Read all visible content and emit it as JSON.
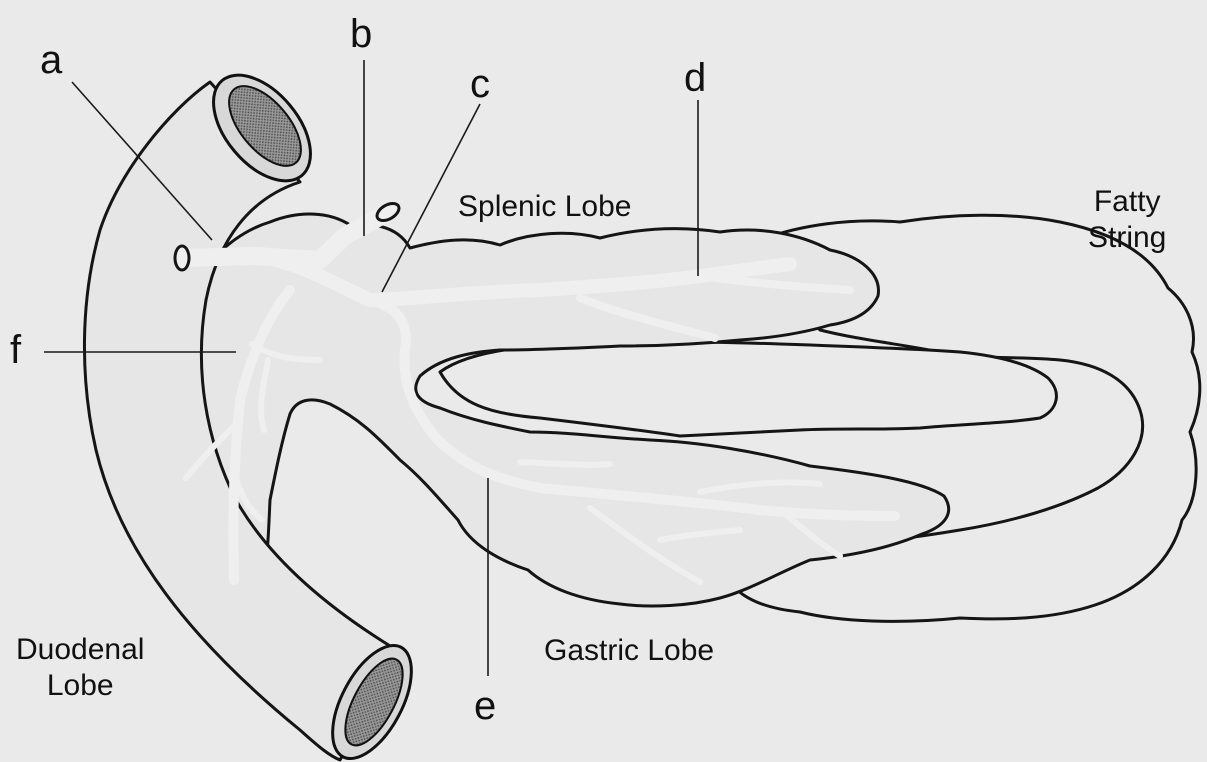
{
  "letters": {
    "a": "a",
    "b": "b",
    "c": "c",
    "d": "d",
    "e": "e",
    "f": "f"
  },
  "regions": {
    "splenic_lobe": "Splenic Lobe",
    "gastric_lobe": "Gastric Lobe",
    "fatty_string_line1": "Fatty",
    "fatty_string_line2": "String",
    "duodenal_lobe_line1": "Duodenal",
    "duodenal_lobe_line2": "Lobe"
  }
}
